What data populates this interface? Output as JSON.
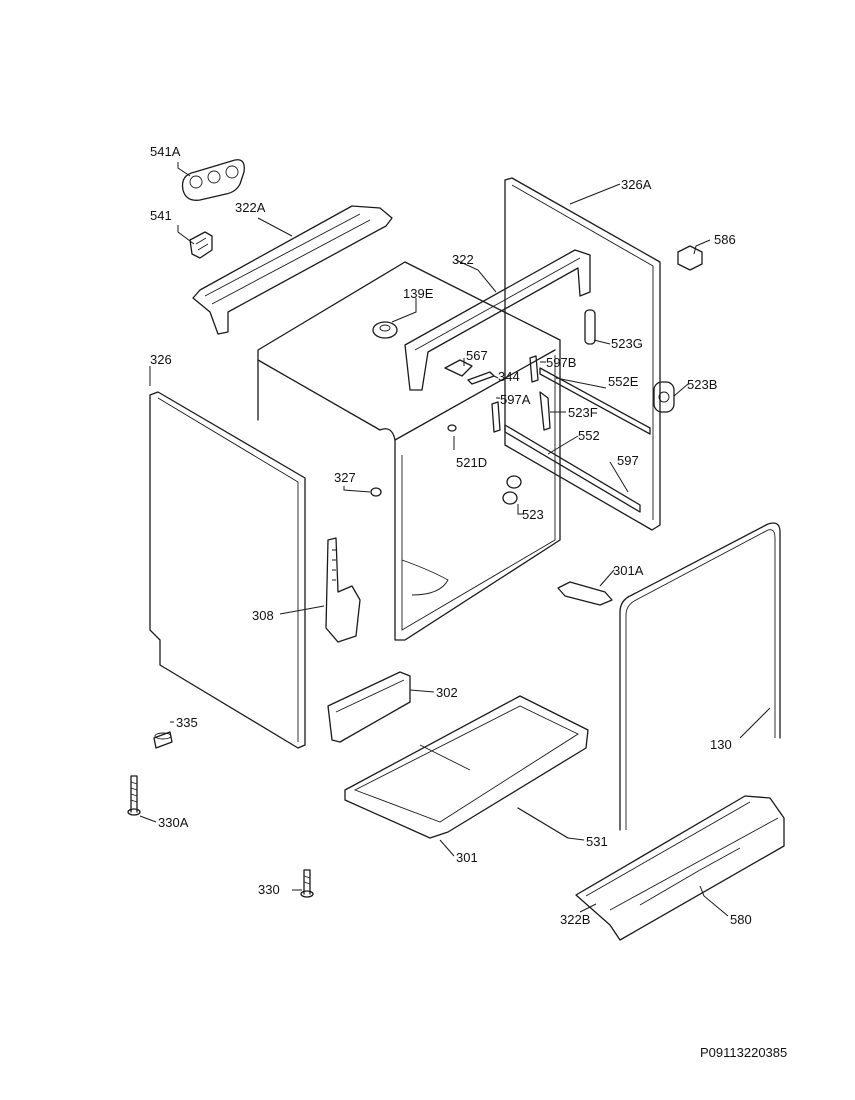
{
  "document_code": "P09113220385",
  "labels": {
    "l541A": "541A",
    "l541": "541",
    "l322A": "322A",
    "l326A": "326A",
    "l586": "586",
    "l322": "322",
    "l139E": "139E",
    "l523G": "523G",
    "l326": "326",
    "l567": "567",
    "l597B": "597B",
    "l344": "344",
    "l552E": "552E",
    "l523B": "523B",
    "l597A": "597A",
    "l523F": "523F",
    "l552": "552",
    "l521D": "521D",
    "l597": "597",
    "l327": "327",
    "l523": "523",
    "l301A": "301A",
    "l308": "308",
    "l302": "302",
    "l335": "335",
    "l130": "130",
    "l330A": "330A",
    "l531": "531",
    "l301": "301",
    "l330": "330",
    "l322B": "322B",
    "l580": "580"
  }
}
